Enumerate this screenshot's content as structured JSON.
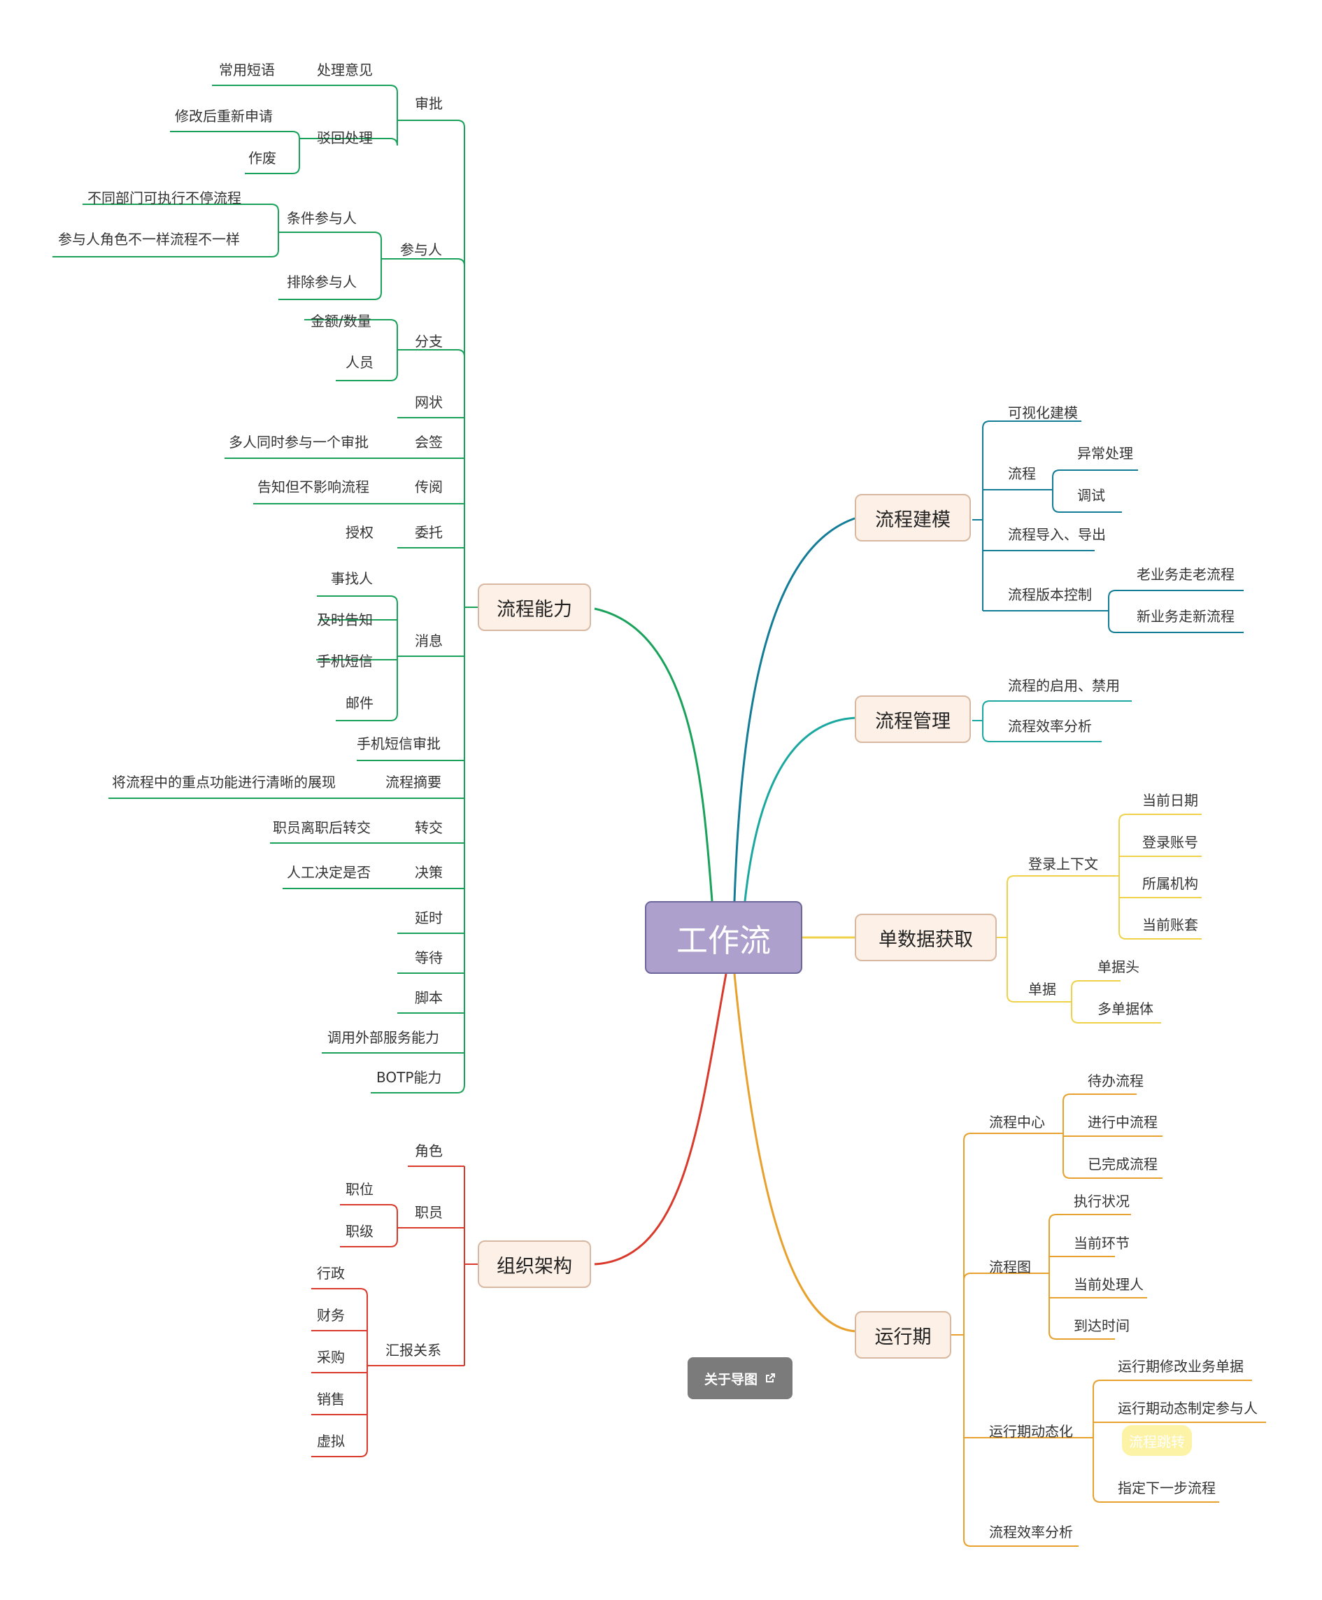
{
  "root": {
    "label": "工作流"
  },
  "about_button": {
    "label": "关于导图",
    "icon": "external-link-icon"
  },
  "tooltip": {
    "label": "流程跳转"
  },
  "branch_colors": {
    "流程能力": "#1aa25b",
    "组织架构": "#d93a2b",
    "流程建模": "#137c96",
    "流程管理": "#1ba8a0",
    "单数据获取": "#f0d24a",
    "运行期": "#e8a12c"
  },
  "nodes": {
    "process_capability": {
      "label": "流程能力",
      "children": {
        "approval": {
          "label": "审批",
          "handling_opinion": "处理意见",
          "common_phrases": "常用短语",
          "reject": "驳回处理",
          "resubmit": "修改后重新申请",
          "void": "作废"
        },
        "participants": {
          "label": "参与人",
          "conditional": "条件参与人",
          "diff_dept": "不同部门可执行不停流程",
          "diff_role": "参与人角色不一样流程不一样",
          "exclude": "排除参与人"
        },
        "branch": {
          "label": "分支",
          "amount": "金额/数量",
          "person": "人员"
        },
        "mesh": "网状",
        "countersign": {
          "label": "会签",
          "desc": "多人同时参与一个审批"
        },
        "circulate": {
          "label": "传阅",
          "desc": "告知但不影响流程"
        },
        "delegate": {
          "label": "委托",
          "desc": "授权"
        },
        "message": {
          "label": "消息",
          "find": "事找人",
          "notify": "及时告知",
          "sms": "手机短信",
          "mail": "邮件"
        },
        "sms_approval": "手机短信审批",
        "summary": {
          "label": "流程摘要",
          "desc": "将流程中的重点功能进行清晰的展现"
        },
        "handover": {
          "label": "转交",
          "desc": "职员离职后转交"
        },
        "decision": {
          "label": "决策",
          "desc": "人工决定是否"
        },
        "delay": "延时",
        "wait": "等待",
        "script": "脚本",
        "external": "调用外部服务能力",
        "botp": "BOTP能力"
      }
    },
    "org": {
      "label": "组织架构",
      "children": {
        "role": "角色",
        "staff": {
          "label": "职员",
          "position": "职位",
          "grade": "职级"
        },
        "report": {
          "label": "汇报关系",
          "items": [
            "行政",
            "财务",
            "采购",
            "销售",
            "虚拟"
          ]
        }
      }
    },
    "modeling": {
      "label": "流程建模",
      "children": {
        "visual": "可视化建模",
        "flow": {
          "label": "流程",
          "exception": "异常处理",
          "debug": "调试"
        },
        "import_export": "流程导入、导出",
        "version": {
          "label": "流程版本控制",
          "old": "老业务走老流程",
          "new": "新业务走新流程"
        }
      }
    },
    "management": {
      "label": "流程管理",
      "children": {
        "enable": "流程的启用、禁用",
        "efficiency": "流程效率分析"
      }
    },
    "data": {
      "label": "单数据获取",
      "children": {
        "login": {
          "label": "登录上下文",
          "items": [
            "当前日期",
            "登录账号",
            "所属机构",
            "当前账套"
          ]
        },
        "bill": {
          "label": "单据",
          "header": "单据头",
          "body": "多单据体"
        }
      }
    },
    "runtime": {
      "label": "运行期",
      "children": {
        "center": {
          "label": "流程中心",
          "items": [
            "待办流程",
            "进行中流程",
            "已完成流程"
          ]
        },
        "chart": {
          "label": "流程图",
          "items": [
            "执行状况",
            "当前环节",
            "当前处理人",
            "到达时间"
          ]
        },
        "dynamic": {
          "label": "运行期动态化",
          "items": [
            "运行期修改业务单据",
            "运行期动态制定参与人",
            "指定下一步流程"
          ]
        },
        "efficiency": "流程效率分析"
      }
    }
  }
}
